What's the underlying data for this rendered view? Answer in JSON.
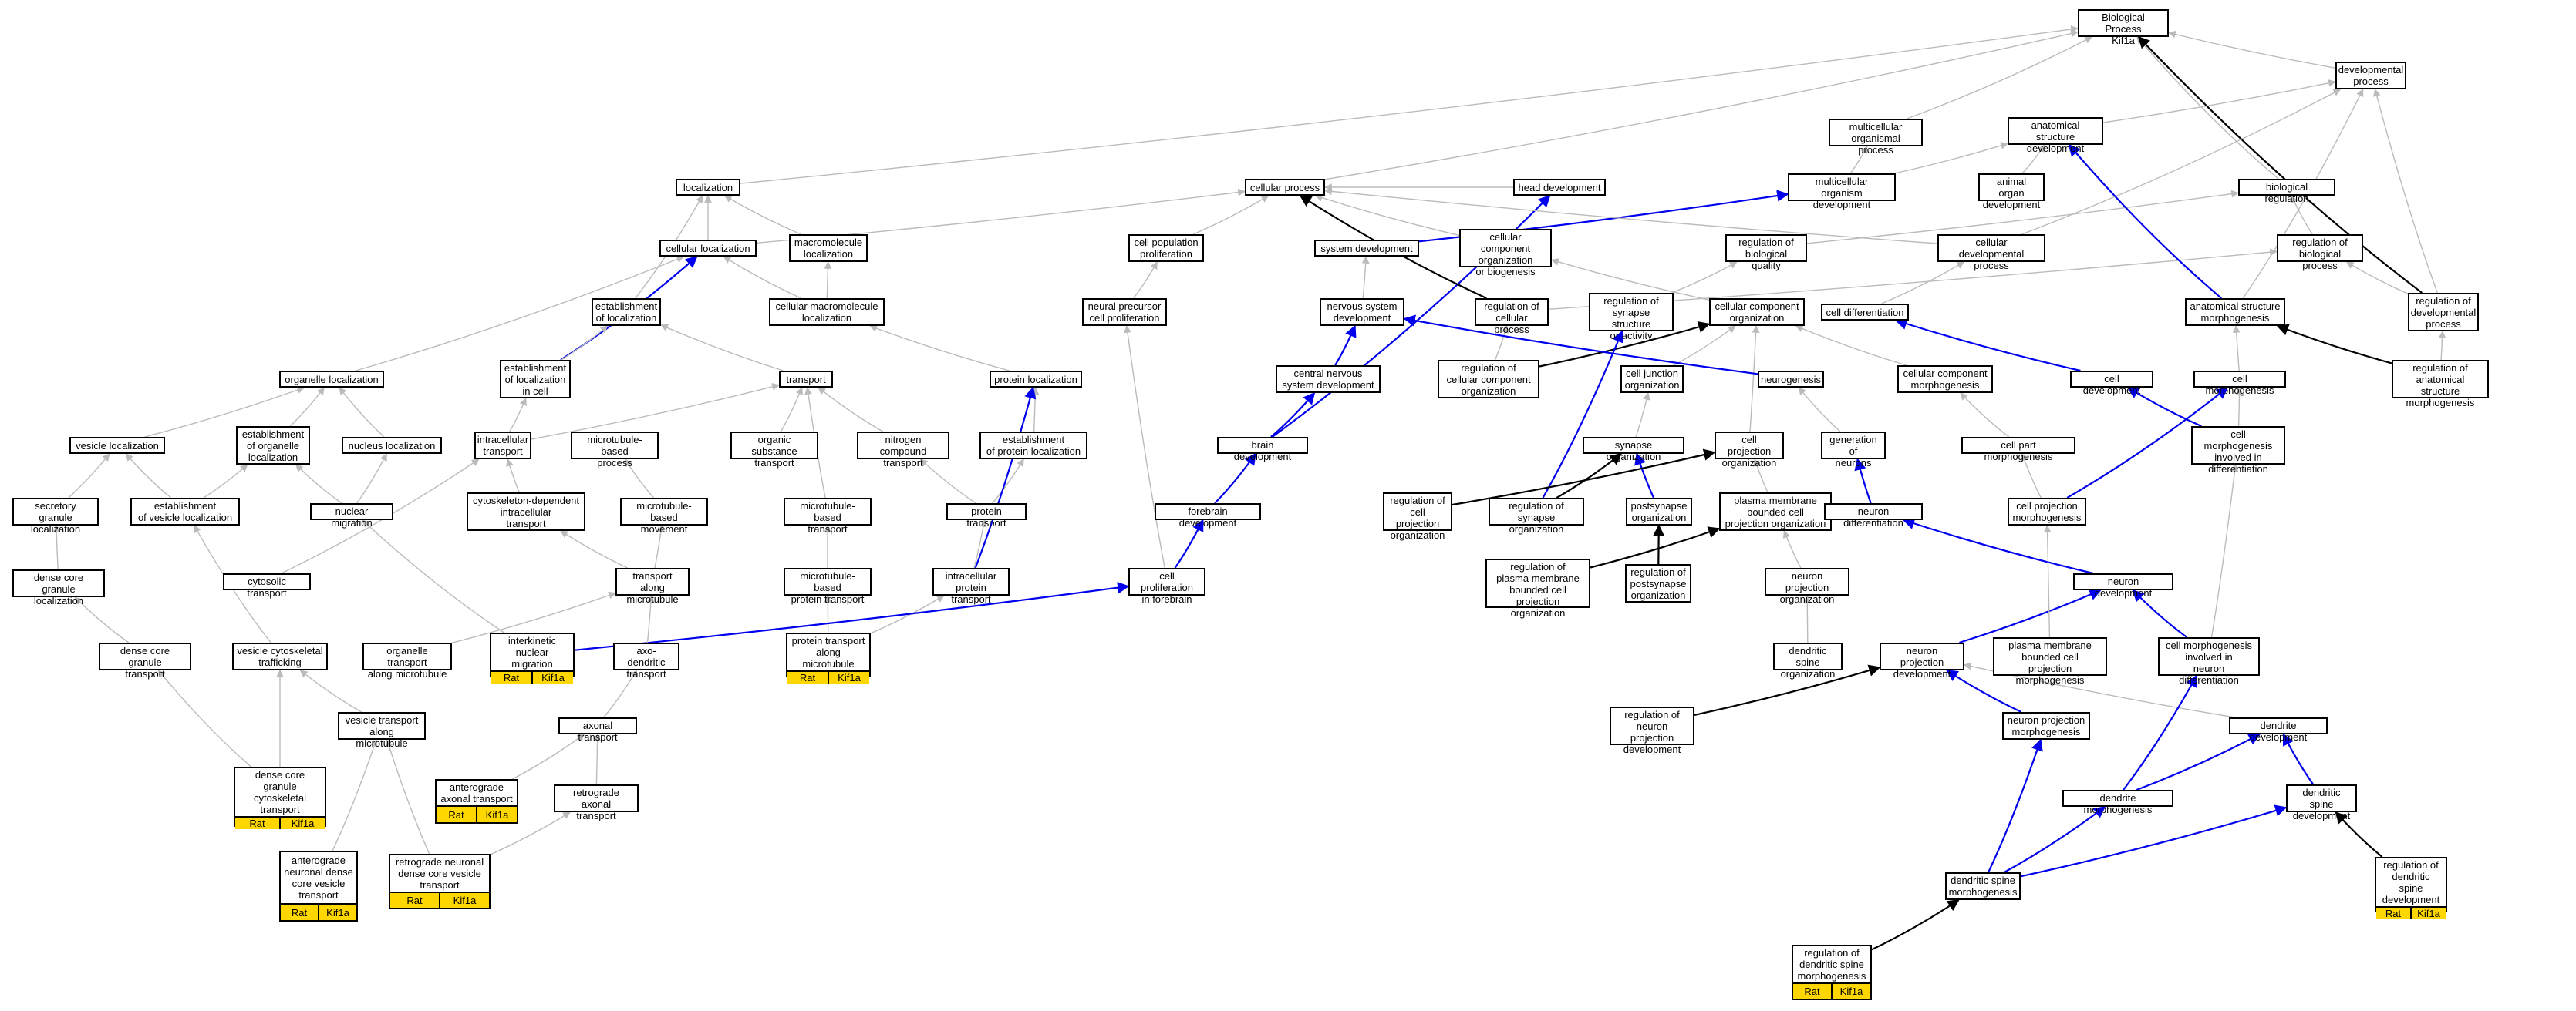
{
  "diagram_title": "",
  "colors": {
    "edge_default": "#bbbbbb",
    "edge_blue": "#0000ee",
    "edge_black": "#000000",
    "annotation_fill": "#ffd700"
  },
  "nodes": [
    {
      "id": "bp",
      "label": "Biological Process\nKif1a"
    },
    {
      "id": "devproc",
      "label": "developmental\nprocess"
    },
    {
      "id": "mcop",
      "label": "multicellular\norganismal process"
    },
    {
      "id": "asd",
      "label": "anatomical structure\ndevelopment"
    },
    {
      "id": "loc",
      "label": "localization"
    },
    {
      "id": "cellproc",
      "label": "cellular process"
    },
    {
      "id": "headdev",
      "label": "head development"
    },
    {
      "id": "mcod",
      "label": "multicellular\norganism development"
    },
    {
      "id": "aod",
      "label": "animal organ\ndevelopment"
    },
    {
      "id": "bioreg",
      "label": "biological regulation"
    },
    {
      "id": "cellloc",
      "label": "cellular localization"
    },
    {
      "id": "macroloc",
      "label": "macromolecule\nlocalization"
    },
    {
      "id": "cpp",
      "label": "cell population\nproliferation"
    },
    {
      "id": "sysdev",
      "label": "system development"
    },
    {
      "id": "ccob",
      "label": "cellular component\norganization\nor biogenesis"
    },
    {
      "id": "regbq",
      "label": "regulation of\nbiological quality"
    },
    {
      "id": "cdp",
      "label": "cellular developmental\nprocess"
    },
    {
      "id": "regbp",
      "label": "regulation of\nbiological process"
    },
    {
      "id": "estloc",
      "label": "establishment\nof localization"
    },
    {
      "id": "cmml",
      "label": "cellular macromolecule\nlocalization"
    },
    {
      "id": "npcp",
      "label": "neural precursor\ncell proliferation"
    },
    {
      "id": "nsd",
      "label": "nervous system\ndevelopment"
    },
    {
      "id": "regcp",
      "label": "regulation of\ncellular process"
    },
    {
      "id": "rsso",
      "label": "regulation of\nsynapse structure\nor activity"
    },
    {
      "id": "cco",
      "label": "cellular component\norganization"
    },
    {
      "id": "celldiff",
      "label": "cell differentiation"
    },
    {
      "id": "asm",
      "label": "anatomical structure\nmorphogenesis"
    },
    {
      "id": "regdp",
      "label": "regulation of\ndevelopmental\nprocess"
    },
    {
      "id": "orgloc",
      "label": "organelle localization"
    },
    {
      "id": "estlocincell",
      "label": "establishment\nof localization\nin cell"
    },
    {
      "id": "transport",
      "label": "transport"
    },
    {
      "id": "protloc",
      "label": "protein localization"
    },
    {
      "id": "cnsd",
      "label": "central nervous\nsystem development"
    },
    {
      "id": "regcco",
      "label": "regulation of\ncellular component\norganization"
    },
    {
      "id": "cjo",
      "label": "cell junction\norganization"
    },
    {
      "id": "neurogen",
      "label": "neurogenesis"
    },
    {
      "id": "ccm",
      "label": "cellular component\nmorphogenesis"
    },
    {
      "id": "celldev",
      "label": "cell development"
    },
    {
      "id": "cellmorph",
      "label": "cell morphogenesis"
    },
    {
      "id": "regasm",
      "label": "regulation of\nanatomical structure\nmorphogenesis"
    },
    {
      "id": "vesloc",
      "label": "vesicle localization"
    },
    {
      "id": "estorgloc",
      "label": "establishment\nof organelle\nlocalization"
    },
    {
      "id": "nucloc",
      "label": "nucleus localization"
    },
    {
      "id": "intratrans",
      "label": "intracellular\ntransport"
    },
    {
      "id": "mtbp",
      "label": "microtubule-based\nprocess"
    },
    {
      "id": "orgsubtrans",
      "label": "organic substance\ntransport"
    },
    {
      "id": "ntrans",
      "label": "nitrogen compound\ntransport"
    },
    {
      "id": "estprotloc",
      "label": "establishment\nof protein localization"
    },
    {
      "id": "braindev",
      "label": "brain development"
    },
    {
      "id": "synorg",
      "label": "synapse organization"
    },
    {
      "id": "cpo",
      "label": "cell projection\norganization"
    },
    {
      "id": "genneur",
      "label": "generation of\nneurons"
    },
    {
      "id": "cpmorph",
      "label": "cell part morphogenesis"
    },
    {
      "id": "cmidiff",
      "label": "cell morphogenesis\ninvolved in\ndifferentiation"
    },
    {
      "id": "secgranloc",
      "label": "secretory granule\nlocalization"
    },
    {
      "id": "estvesloc",
      "label": "establishment\nof vesicle localization"
    },
    {
      "id": "nucmig",
      "label": "nuclear migration"
    },
    {
      "id": "cdit",
      "label": "cytoskeleton-dependent\nintracellular\ntransport"
    },
    {
      "id": "mtbm",
      "label": "microtubule-based\nmovement"
    },
    {
      "id": "mtbt",
      "label": "microtubule-based\ntransport"
    },
    {
      "id": "prottrans",
      "label": "protein transport"
    },
    {
      "id": "fbdev",
      "label": "forebrain development"
    },
    {
      "id": "regcpo",
      "label": "regulation of\ncell projection\norganization"
    },
    {
      "id": "regso",
      "label": "regulation of\nsynapse organization"
    },
    {
      "id": "postsynorg",
      "label": "postsynapse\norganization"
    },
    {
      "id": "pmbcpo",
      "label": "plasma membrane\nbounded cell\nprojection organization"
    },
    {
      "id": "neurdiff",
      "label": "neuron differentiation"
    },
    {
      "id": "cpmorphgen",
      "label": "cell projection\nmorphogenesis"
    },
    {
      "id": "dcgl",
      "label": "dense core granule\nlocalization"
    },
    {
      "id": "cytotrans",
      "label": "cytosolic transport"
    },
    {
      "id": "tam",
      "label": "transport along\nmicrotubule"
    },
    {
      "id": "mtbpt",
      "label": "microtubule-based\nprotein transport"
    },
    {
      "id": "ipt",
      "label": "intracellular\nprotein transport"
    },
    {
      "id": "cpif",
      "label": "cell proliferation\nin forebrain"
    },
    {
      "id": "regpmbcpo",
      "label": "regulation of\nplasma membrane\nbounded cell\nprojection organization"
    },
    {
      "id": "regpso",
      "label": "regulation of\npostsynapse\norganization"
    },
    {
      "id": "npo",
      "label": "neuron projection\norganization"
    },
    {
      "id": "neurondev",
      "label": "neuron development"
    },
    {
      "id": "dcgt",
      "label": "dense core granule\ntransport"
    },
    {
      "id": "vct",
      "label": "vesicle cytoskeletal\ntrafficking"
    },
    {
      "id": "otam",
      "label": "organelle transport\nalong microtubule"
    },
    {
      "id": "inm",
      "label": "interkinetic\nnuclear migration",
      "tags": [
        "Rat",
        "Kif1a"
      ]
    },
    {
      "id": "adt",
      "label": "axo-dendritic\ntransport"
    },
    {
      "id": "ptam",
      "label": "protein transport\nalong microtubule",
      "tags": [
        "Rat",
        "Kif1a"
      ]
    },
    {
      "id": "dso",
      "label": "dendritic spine\norganization"
    },
    {
      "id": "npd",
      "label": "neuron projection\ndevelopment"
    },
    {
      "id": "pmbcpm",
      "label": "plasma membrane\nbounded cell\nprojection morphogenesis"
    },
    {
      "id": "cmind",
      "label": "cell morphogenesis\ninvolved in\nneuron differentiation"
    },
    {
      "id": "vtam",
      "label": "vesicle transport\nalong microtubule"
    },
    {
      "id": "axtrans",
      "label": "axonal transport"
    },
    {
      "id": "regnpd",
      "label": "regulation of\nneuron projection\ndevelopment"
    },
    {
      "id": "npm",
      "label": "neuron projection\nmorphogenesis"
    },
    {
      "id": "dendev",
      "label": "dendrite development"
    },
    {
      "id": "dcgct",
      "label": "dense core granule\ncytoskeletal\ntransport",
      "tags": [
        "Rat",
        "Kif1a"
      ]
    },
    {
      "id": "aat",
      "label": "anterograde\naxonal transport",
      "tags": [
        "Rat",
        "Kif1a"
      ]
    },
    {
      "id": "rat",
      "label": "retrograde axonal\ntransport"
    },
    {
      "id": "denmorph",
      "label": "dendrite morphogenesis"
    },
    {
      "id": "dsd",
      "label": "dendritic spine\ndevelopment"
    },
    {
      "id": "andcvt",
      "label": "anterograde\nneuronal dense\ncore vesicle\ntransport",
      "tags": [
        "Rat",
        "Kif1a"
      ]
    },
    {
      "id": "rndcvt",
      "label": "retrograde neuronal\ndense core vesicle\ntransport",
      "tags": [
        "Rat",
        "Kif1a"
      ]
    },
    {
      "id": "dsm",
      "label": "dendritic spine\nmorphogenesis"
    },
    {
      "id": "regdsd",
      "label": "regulation of\ndendritic spine\ndevelopment",
      "tags": [
        "Rat",
        "Kif1a"
      ]
    },
    {
      "id": "regdsm",
      "label": "regulation of\ndendritic spine\nmorphogenesis",
      "tags": [
        "Rat",
        "Kif1a"
      ]
    }
  ],
  "edges": [
    [
      "devproc",
      "bp",
      "gray"
    ],
    [
      "mcop",
      "bp",
      "gray"
    ],
    [
      "loc",
      "bp",
      "gray"
    ],
    [
      "cellproc",
      "bp",
      "gray"
    ],
    [
      "bioreg",
      "bp",
      "gray"
    ],
    [
      "regdp",
      "bp",
      "black"
    ],
    [
      "asd",
      "devproc",
      "gray"
    ],
    [
      "regdp",
      "devproc",
      "gray"
    ],
    [
      "cdp",
      "devproc",
      "gray"
    ],
    [
      "mcod",
      "mcop",
      "gray"
    ],
    [
      "mcod",
      "asd",
      "gray"
    ],
    [
      "aod",
      "asd",
      "gray"
    ],
    [
      "sysdev",
      "mcod",
      "blue"
    ],
    [
      "headdev",
      "cellproc",
      "gray"
    ],
    [
      "braindev",
      "headdev",
      "blue"
    ],
    [
      "regbq",
      "bioreg",
      "gray"
    ],
    [
      "regbp",
      "bioreg",
      "gray"
    ],
    [
      "regcp",
      "regbp",
      "gray"
    ],
    [
      "regdp",
      "regbp",
      "gray"
    ],
    [
      "cellloc",
      "loc",
      "gray"
    ],
    [
      "macroloc",
      "loc",
      "gray"
    ],
    [
      "estloc",
      "loc",
      "gray"
    ],
    [
      "cellloc",
      "cellproc",
      "gray"
    ],
    [
      "cmml",
      "macroloc",
      "gray"
    ],
    [
      "cmml",
      "cellloc",
      "gray"
    ],
    [
      "cpp",
      "cellproc",
      "gray"
    ],
    [
      "npcp",
      "cpp",
      "gray"
    ],
    [
      "cpif",
      "npcp",
      "gray"
    ],
    [
      "ccob",
      "cellproc",
      "gray"
    ],
    [
      "cco",
      "ccob",
      "gray"
    ],
    [
      "cdp",
      "cellproc",
      "gray"
    ],
    [
      "celldiff",
      "cdp",
      "gray"
    ],
    [
      "celldev",
      "celldiff",
      "blue"
    ],
    [
      "asm",
      "asd",
      "blue"
    ],
    [
      "asm",
      "devproc",
      "gray"
    ],
    [
      "regasm",
      "asm",
      "black"
    ],
    [
      "regasm",
      "regdp",
      "gray"
    ],
    [
      "nsd",
      "sysdev",
      "gray"
    ],
    [
      "cnsd",
      "nsd",
      "blue"
    ],
    [
      "braindev",
      "cnsd",
      "blue"
    ],
    [
      "fbdev",
      "braindev",
      "blue"
    ],
    [
      "cpif",
      "fbdev",
      "blue"
    ],
    [
      "regcp",
      "cellproc",
      "black"
    ],
    [
      "regcco",
      "regcp",
      "gray"
    ],
    [
      "regcco",
      "cco",
      "black"
    ],
    [
      "rsso",
      "regbq",
      "gray"
    ],
    [
      "regso",
      "rsso",
      "blue"
    ],
    [
      "cjo",
      "cco",
      "gray"
    ],
    [
      "synorg",
      "cjo",
      "gray"
    ],
    [
      "regso",
      "synorg",
      "black"
    ],
    [
      "postsynorg",
      "synorg",
      "blue"
    ],
    [
      "regpso",
      "postsynorg",
      "black"
    ],
    [
      "cpo",
      "cco",
      "gray"
    ],
    [
      "pmbcpo",
      "cpo",
      "gray"
    ],
    [
      "regcpo",
      "cpo",
      "black"
    ],
    [
      "regpmbcpo",
      "pmbcpo",
      "black"
    ],
    [
      "npo",
      "pmbcpo",
      "gray"
    ],
    [
      "dso",
      "npo",
      "gray"
    ],
    [
      "neurogen",
      "nsd",
      "blue"
    ],
    [
      "genneur",
      "neurogen",
      "gray"
    ],
    [
      "neurdiff",
      "genneur",
      "blue"
    ],
    [
      "neurondev",
      "neurdiff",
      "blue"
    ],
    [
      "ccm",
      "cco",
      "gray"
    ],
    [
      "cpmorph",
      "ccm",
      "gray"
    ],
    [
      "cpmorphgen",
      "cpmorph",
      "gray"
    ],
    [
      "cellmorph",
      "asm",
      "gray"
    ],
    [
      "cmidiff",
      "cellmorph",
      "gray"
    ],
    [
      "cmidiff",
      "celldev",
      "blue"
    ],
    [
      "cmind",
      "cmidiff",
      "gray"
    ],
    [
      "cpmorphgen",
      "cellmorph",
      "blue"
    ],
    [
      "npd",
      "neurondev",
      "blue"
    ],
    [
      "cmind",
      "neurondev",
      "blue"
    ],
    [
      "npm",
      "npd",
      "blue"
    ],
    [
      "dendev",
      "npd",
      "gray"
    ],
    [
      "denmorph",
      "dendev",
      "blue"
    ],
    [
      "dsd",
      "dendev",
      "blue"
    ],
    [
      "dsm",
      "dsd",
      "blue"
    ],
    [
      "dsm",
      "denmorph",
      "blue"
    ],
    [
      "dsm",
      "npm",
      "blue"
    ],
    [
      "regdsd",
      "dsd",
      "black"
    ],
    [
      "regdsm",
      "dsm",
      "black"
    ],
    [
      "regnpd",
      "npd",
      "black"
    ],
    [
      "denmorph",
      "cmind",
      "blue"
    ],
    [
      "pmbcpm",
      "cpmorphgen",
      "gray"
    ],
    [
      "estlocincell",
      "cellloc",
      "blue"
    ],
    [
      "estlocincell",
      "estloc",
      "gray"
    ],
    [
      "transport",
      "estloc",
      "gray"
    ],
    [
      "intratrans",
      "estlocincell",
      "gray"
    ],
    [
      "intratrans",
      "transport",
      "gray"
    ],
    [
      "orgloc",
      "cellloc",
      "gray"
    ],
    [
      "estorgloc",
      "orgloc",
      "gray"
    ],
    [
      "vesloc",
      "orgloc",
      "gray"
    ],
    [
      "nucloc",
      "orgloc",
      "gray"
    ],
    [
      "secgranloc",
      "vesloc",
      "gray"
    ],
    [
      "estvesloc",
      "vesloc",
      "gray"
    ],
    [
      "estvesloc",
      "estorgloc",
      "gray"
    ],
    [
      "nucmig",
      "nucloc",
      "gray"
    ],
    [
      "nucmig",
      "estorgloc",
      "gray"
    ],
    [
      "dcgl",
      "secgranloc",
      "gray"
    ],
    [
      "protloc",
      "cmml",
      "gray"
    ],
    [
      "estprotloc",
      "protloc",
      "gray"
    ],
    [
      "prottrans",
      "estprotloc",
      "gray"
    ],
    [
      "ipt",
      "prottrans",
      "gray"
    ],
    [
      "ipt",
      "protloc",
      "blue"
    ],
    [
      "orgsubtrans",
      "transport",
      "gray"
    ],
    [
      "ntrans",
      "transport",
      "gray"
    ],
    [
      "prottrans",
      "ntrans",
      "gray"
    ],
    [
      "cdit",
      "intratrans",
      "gray"
    ],
    [
      "mtbm",
      "mtbp",
      "gray"
    ],
    [
      "tam",
      "mtbm",
      "gray"
    ],
    [
      "tam",
      "cdit",
      "gray"
    ],
    [
      "mtbt",
      "transport",
      "gray"
    ],
    [
      "mtbpt",
      "mtbt",
      "gray"
    ],
    [
      "ptam",
      "mtbpt",
      "gray"
    ],
    [
      "ptam",
      "ipt",
      "gray"
    ],
    [
      "inm",
      "nucmig",
      "gray"
    ],
    [
      "inm",
      "cpif",
      "blue"
    ],
    [
      "cytotrans",
      "intratrans",
      "gray"
    ],
    [
      "dcgt",
      "dcgl",
      "gray"
    ],
    [
      "vct",
      "estvesloc",
      "gray"
    ],
    [
      "otam",
      "tam",
      "gray"
    ],
    [
      "adt",
      "tam",
      "gray"
    ],
    [
      "axtrans",
      "adt",
      "gray"
    ],
    [
      "aat",
      "axtrans",
      "gray"
    ],
    [
      "rat",
      "axtrans",
      "gray"
    ],
    [
      "vtam",
      "vct",
      "gray"
    ],
    [
      "dcgct",
      "dcgt",
      "gray"
    ],
    [
      "dcgct",
      "vct",
      "gray"
    ],
    [
      "andcvt",
      "vtam",
      "gray"
    ],
    [
      "rndcvt",
      "vtam",
      "gray"
    ],
    [
      "rndcvt",
      "rat",
      "gray"
    ]
  ]
}
